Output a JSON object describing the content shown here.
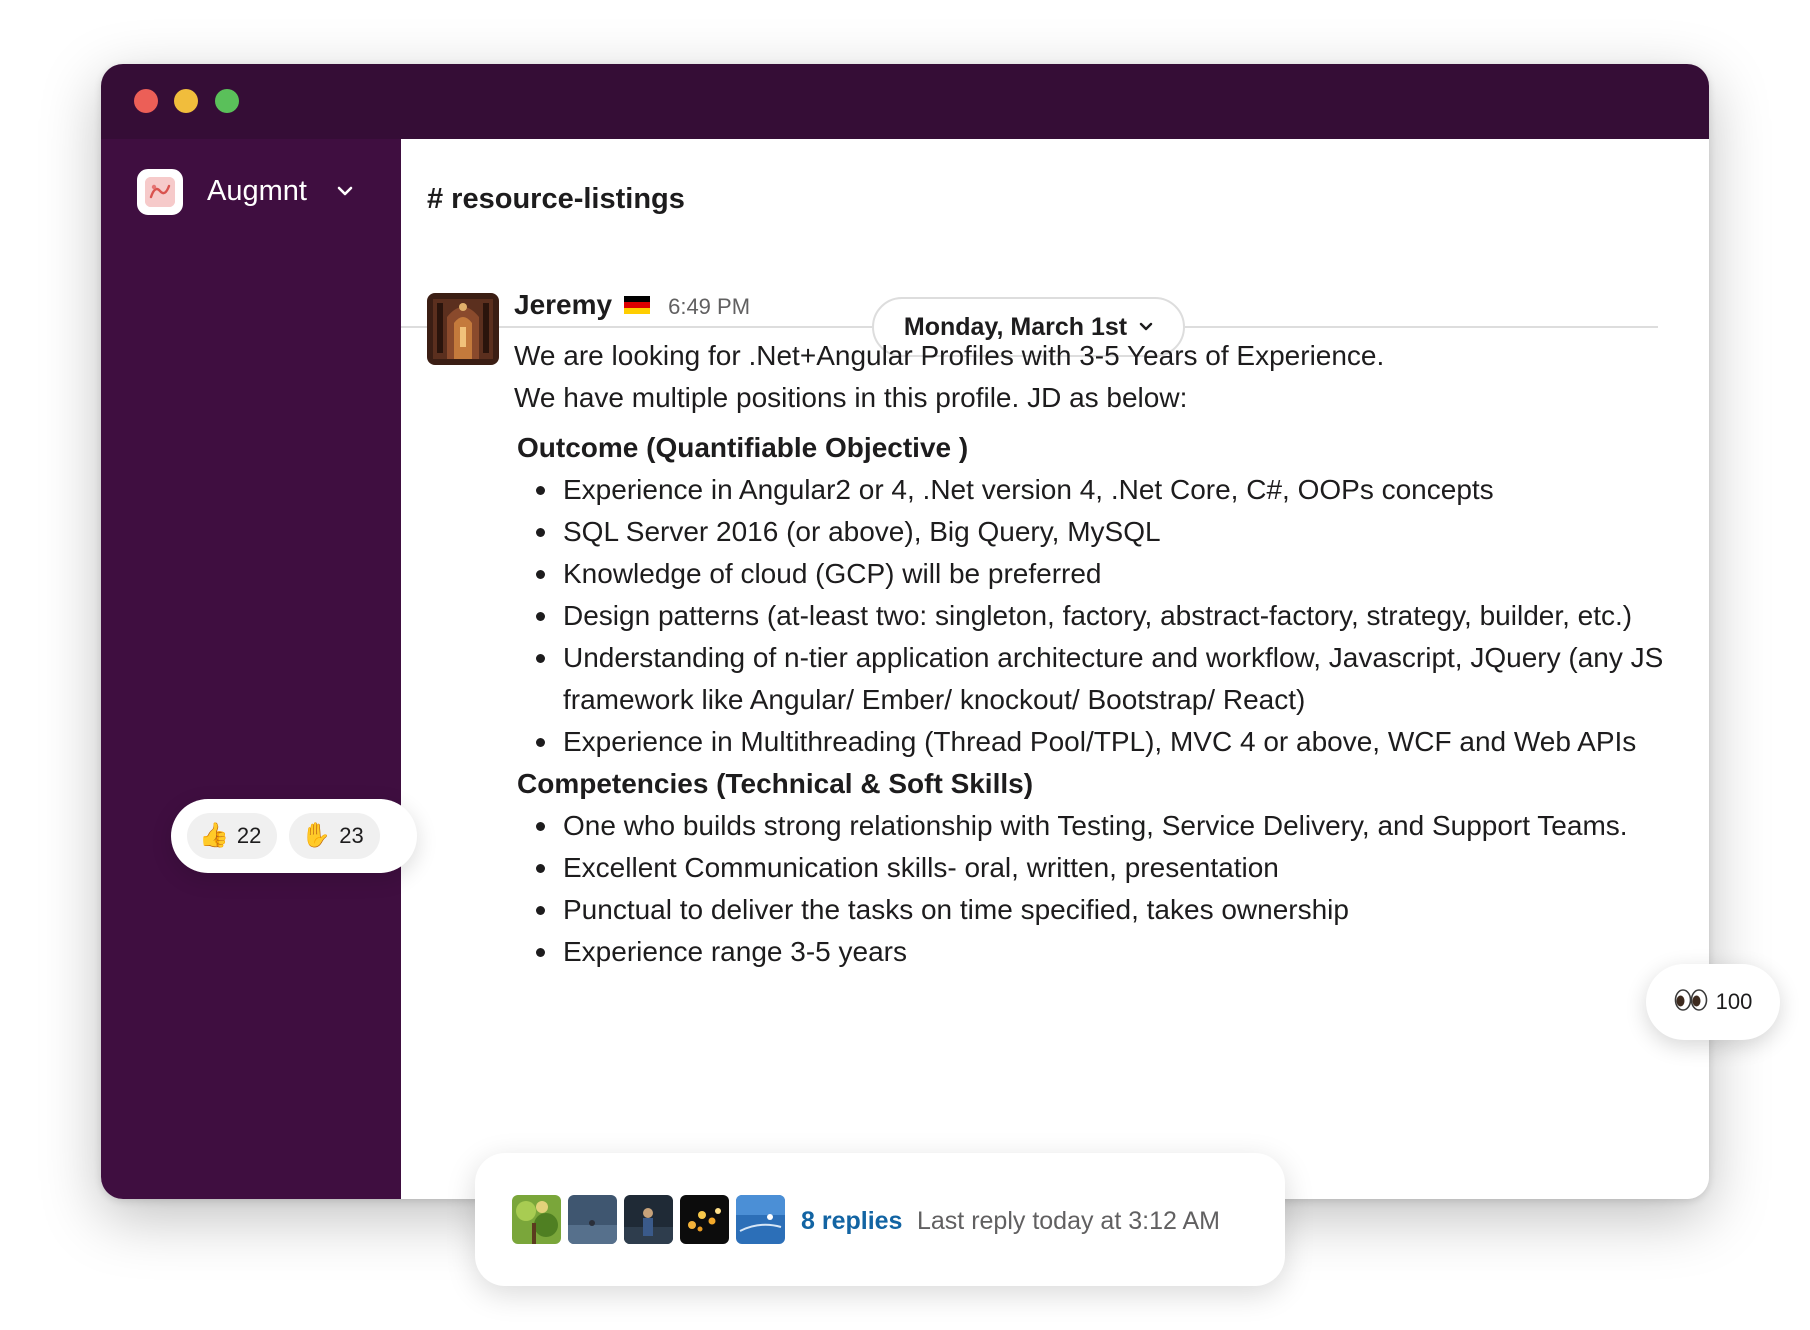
{
  "workspace": {
    "name": "Augmnt",
    "logo_icon": "workspace-logo-icon",
    "switcher_icon": "chevron-down-icon"
  },
  "channel": {
    "title": "# resource-listings"
  },
  "date_divider": {
    "label": "Monday, March 1st",
    "icon": "chevron-down-icon"
  },
  "message": {
    "sender": "Jeremy",
    "sender_flag": "flag-de-icon",
    "time": "6:49 PM",
    "intro": "We are looking for .Net+Angular Profiles with 3-5 Years of Experience. We have multiple positions in this profile. JD as below:",
    "outcome": {
      "heading": "Outcome (Quantifiable Objective )",
      "items": [
        "Experience in Angular2 or 4, .Net version 4, .Net Core, C#, OOPs concepts",
        "SQL Server 2016 (or above), Big Query, MySQL",
        "Knowledge of cloud (GCP) will be preferred",
        "Design patterns (at-least two: singleton, factory, abstract-factory, strategy, builder, etc.)",
        "Understanding of n-tier application architecture and workflow, Javascript, JQuery (any JS framework like Angular/ Ember/ knockout/ Bootstrap/ React)",
        "Experience in Multithreading (Thread Pool/TPL), MVC 4 or above, WCF and Web APIs"
      ]
    },
    "competencies": {
      "heading": "Competencies (Technical & Soft Skills)",
      "items": [
        "One who builds strong relationship with Testing, Service Delivery, and Support Teams.",
        "Excellent Communication skills- oral, written, presentation",
        "Punctual to deliver the tasks on time specified, takes ownership",
        "Experience range 3-5 years"
      ]
    }
  },
  "reactions": [
    {
      "emoji": "👍",
      "icon": "thumbs-up-icon",
      "count": "22"
    },
    {
      "emoji": "✋",
      "icon": "raised-hand-icon",
      "count": "23"
    },
    {
      "emoji": "👀",
      "icon": "eyes-icon",
      "count": "100"
    }
  ],
  "thread": {
    "replies_label": "8 replies",
    "last_reply": "Last reply today at 3:12 AM"
  },
  "colors": {
    "titlebar": "#350d36",
    "sidebar": "#3f0e40",
    "link": "#1264a3"
  }
}
